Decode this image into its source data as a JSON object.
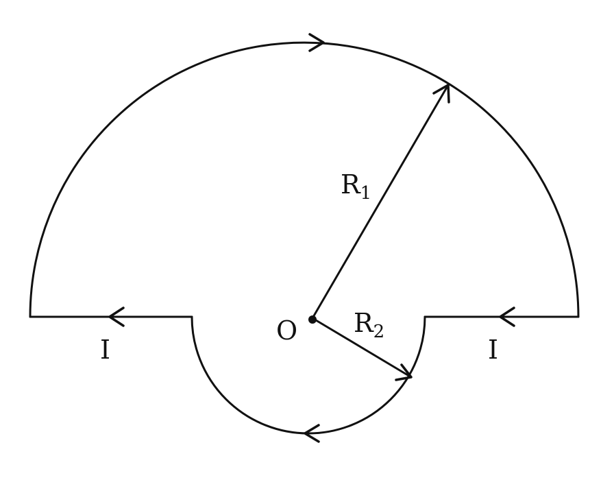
{
  "diagram": {
    "center_label": "O",
    "outer_radius_label": {
      "main": "R",
      "sub": "1"
    },
    "inner_radius_label": {
      "main": "R",
      "sub": "2"
    },
    "current_left_label": "I",
    "current_right_label": "I",
    "colors": {
      "wire": "#111111",
      "background": "#ffffff"
    }
  }
}
